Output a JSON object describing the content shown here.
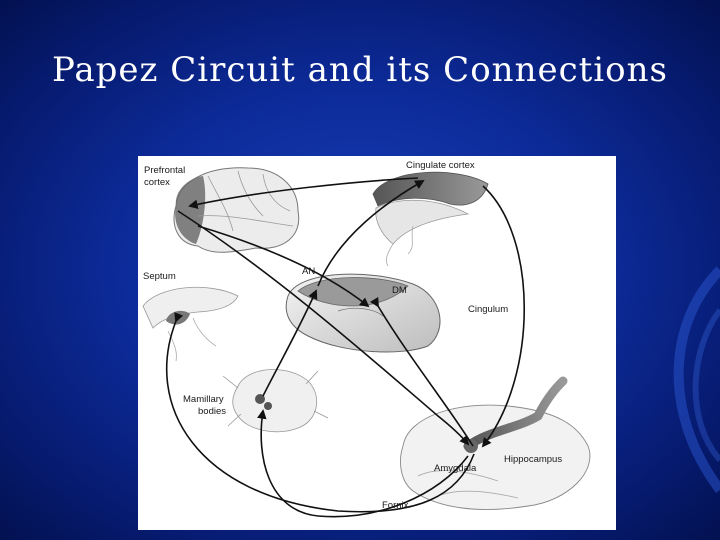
{
  "slide": {
    "title": "Papez Circuit and its Connections"
  },
  "diagram": {
    "labels": {
      "prefrontal_cortex_line1": "Prefrontal",
      "prefrontal_cortex_line2": "cortex",
      "cingulate_cortex": "Cingulate cortex",
      "septum": "Septum",
      "an": "AN",
      "dm": "DM",
      "cingulum": "Cingulum",
      "mamillary_bodies_line1": "Mamillary",
      "mamillary_bodies_line2": "bodies",
      "hippocampus": "Hippocampus",
      "amygdala": "Amygdala",
      "fornix": "Fornix"
    }
  },
  "colors": {
    "background": "#0d2c9c",
    "title_text": "#ffffff",
    "figure_background": "#ffffff",
    "pathway_arrows": "#111111"
  }
}
